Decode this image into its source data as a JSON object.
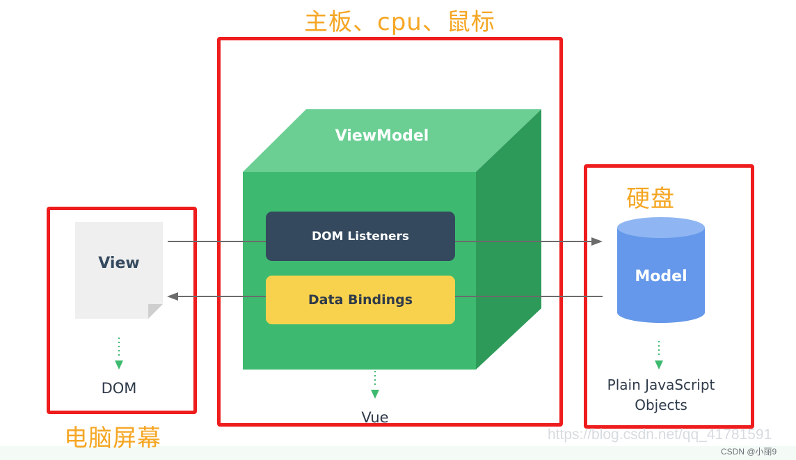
{
  "annotations": {
    "top": "主板、cpu、鼠标",
    "left": "电脑屏幕",
    "right": "硬盘"
  },
  "view": {
    "label": "View",
    "caption": "DOM"
  },
  "viewmodel": {
    "label": "ViewModel",
    "caption": "Vue",
    "dom_listeners": "DOM Listeners",
    "data_bindings": "Data Bindings"
  },
  "model": {
    "label": "Model",
    "caption_line1": "Plain JavaScript",
    "caption_line2": "Objects"
  },
  "watermark": {
    "url": "https://blog.csdn.net/qq_41781591",
    "credit": "CSDN @小丽9"
  },
  "colors": {
    "annotation": "#f5a623",
    "highlight_box": "#ee1c1c",
    "cube_front": "#3dba6f",
    "cube_top": "#6bcf94",
    "cube_side": "#2e9a5a",
    "dom_listeners_bg": "#34495e",
    "data_bindings_bg": "#f9d24d",
    "model_cylinder": "#6598ea",
    "view_page": "#efefef",
    "arrow": "#6b6b6b"
  }
}
